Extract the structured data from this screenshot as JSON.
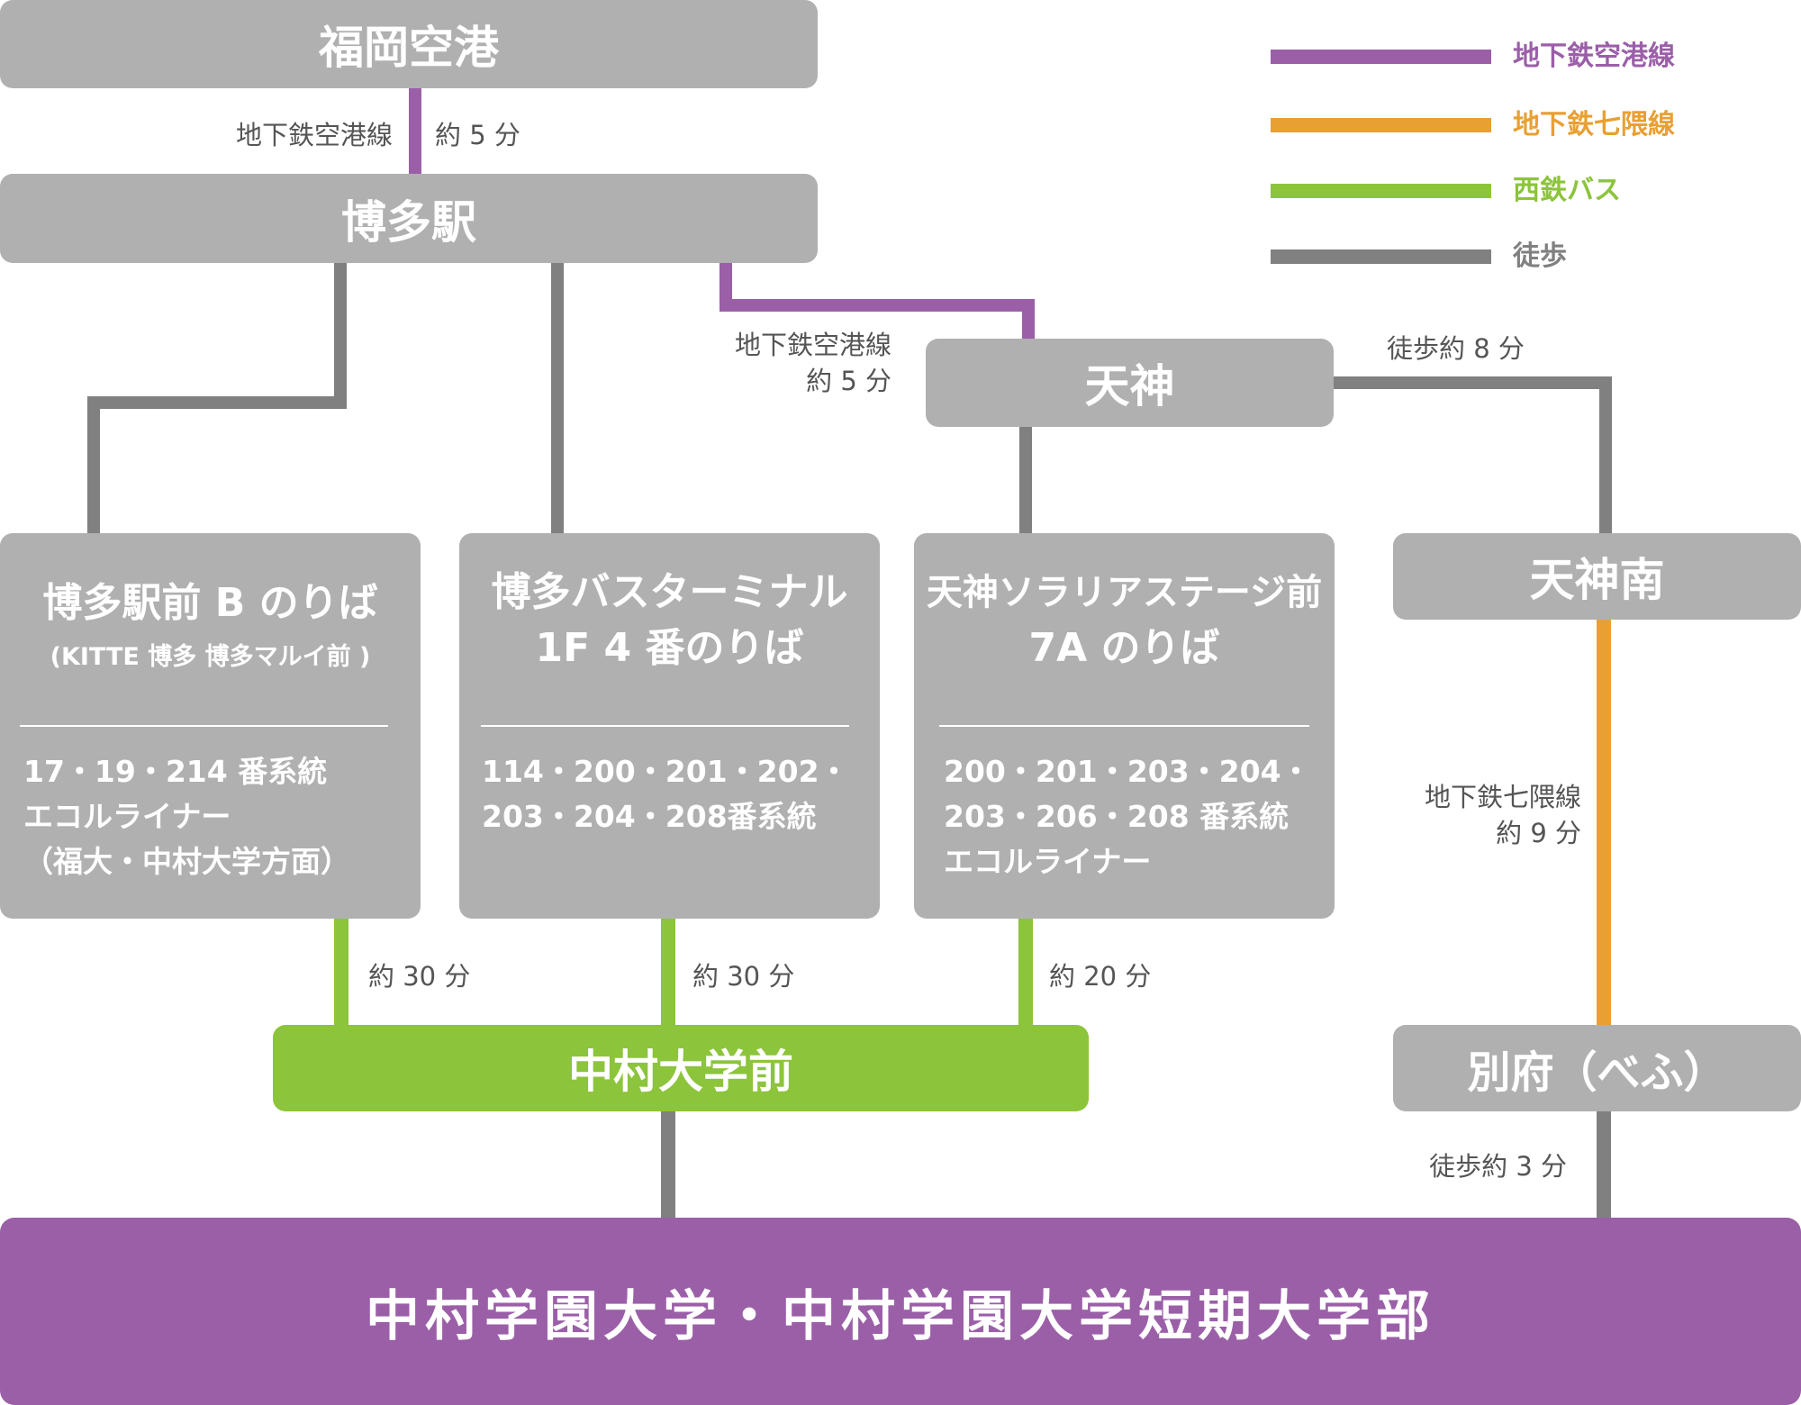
{
  "colors": {
    "airport_line": "#9b5fa8",
    "nanakuma_line": "#e8a033",
    "nishitetsu_bus": "#8cc43c",
    "walk": "#808080",
    "node_gray": "#b0b0b0",
    "destination": "#9b5fa8"
  },
  "legend": [
    {
      "label": "地下鉄空港線",
      "color": "#9b5fa8"
    },
    {
      "label": "地下鉄七隈線",
      "color": "#e8a033"
    },
    {
      "label": "西鉄バス",
      "color": "#8cc43c"
    },
    {
      "label": "徒歩",
      "color": "#808080"
    }
  ],
  "nodes": {
    "fukuoka_airport": "福岡空港",
    "hakata_station": "博多駅",
    "tenjin": "天神",
    "tenjin_minami": "天神南",
    "beppu": "別府（べふ）",
    "nakamura_daigaku_mae": "中村大学前",
    "destination": "中村学園大学・中村学園大学短期大学部"
  },
  "cards": [
    {
      "title_lines": [
        "博多駅前 B のりば"
      ],
      "subtitle": "(KITTE 博多 博多マルイ前 )",
      "routes": [
        "17・19・214 番系統",
        "エコルライナー",
        "（福大・中村大学方面）"
      ]
    },
    {
      "title_lines": [
        "博多バスターミナル",
        "1F 4 番のりば"
      ],
      "subtitle": "",
      "routes": [
        "114・200・201・202・",
        "203・204・208番系統"
      ]
    },
    {
      "title_lines": [
        "天神ソラリアステージ前",
        "7A のりば"
      ],
      "subtitle": "",
      "routes": [
        "200・201・203・204・",
        "203・206・208 番系統",
        "エコルライナー"
      ]
    }
  ],
  "labels": {
    "airport_line_left": "地下鉄空港線",
    "airport_time": "約 5 分",
    "tenjin_line": "地下鉄空港線",
    "tenjin_time": "約 5 分",
    "walk_tenjin_minami": "徒歩約 8 分",
    "nanakuma_line": "地下鉄七隈線",
    "nanakuma_time": "約 9 分",
    "bus_time_1": "約 30 分",
    "bus_time_2": "約 30 分",
    "bus_time_3": "約 20 分",
    "walk_beppu": "徒歩約 3 分"
  }
}
